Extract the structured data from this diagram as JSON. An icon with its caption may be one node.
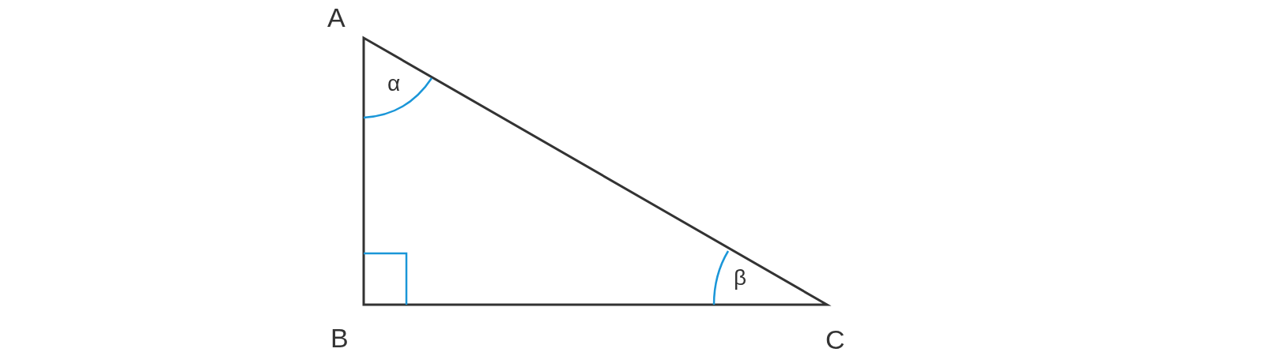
{
  "diagram": {
    "labels": [
      "A",
      "α",
      "β",
      "B",
      "C"
    ]
  }
}
